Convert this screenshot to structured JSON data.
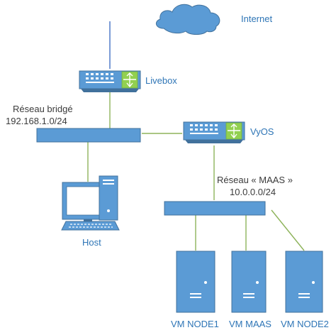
{
  "diagram": {
    "nodes": {
      "internet": {
        "label": "Internet",
        "icon": "cloud-icon"
      },
      "livebox": {
        "label": "Livebox",
        "icon": "router-icon"
      },
      "vyos": {
        "label": "VyOS",
        "icon": "router-icon"
      },
      "host": {
        "label": "Host",
        "icon": "workstation-icon"
      },
      "vm_node1": {
        "label": "VM NODE1",
        "icon": "server-icon"
      },
      "vm_maas": {
        "label": "VM MAAS",
        "icon": "server-icon"
      },
      "vm_node2": {
        "label": "VM NODE2",
        "icon": "server-icon"
      }
    },
    "networks": {
      "bridged": {
        "name": "Réseau bridgé",
        "subnet": "192.168.1.0/24"
      },
      "maas": {
        "name": "Réseau « MAAS »",
        "subnet": "10.0.0.0/24"
      }
    }
  },
  "colors": {
    "device_fill": "#5b9bd5",
    "device_stroke": "#41719c",
    "bus_fill": "#5b9bd5",
    "wire_green": "#8db35a",
    "wire_blue": "#4472c4",
    "router_accent": "#92d050"
  }
}
